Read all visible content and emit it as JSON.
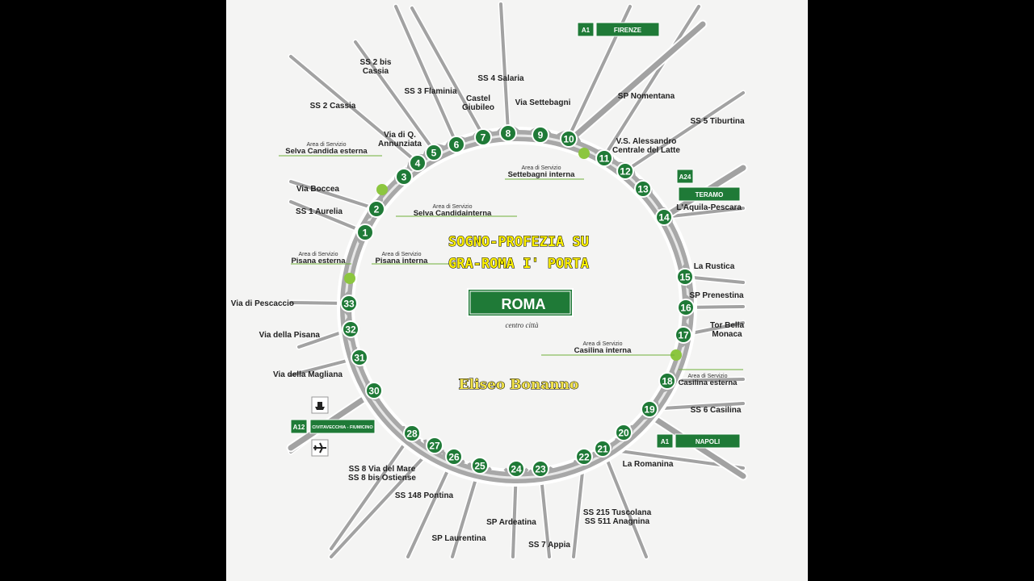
{
  "overlay_title": [
    "SOGNO-PROFEZIA SU",
    "GRA-ROMA  I' PORTA"
  ],
  "author": "Eliseo Bonanno",
  "center_sign": "ROMA",
  "center_caption": "centro città",
  "service_area_caption": "Area di Servizio",
  "service_areas": [
    "Selva Candida esterna",
    "Selva Candidainterna",
    "Settebagni interna",
    "Pisana esterna",
    "Pisana interna",
    "Casilina interna",
    "Casilina esterna"
  ],
  "exits": [
    "1",
    "2",
    "3",
    "4",
    "5",
    "6",
    "7",
    "8",
    "9",
    "10",
    "11",
    "12",
    "13",
    "14",
    "15",
    "16",
    "17",
    "18",
    "19",
    "20",
    "21",
    "22",
    "23",
    "24",
    "25",
    "26",
    "27",
    "28",
    "30",
    "31",
    "32",
    "33"
  ],
  "road_labels": [
    [
      "SS 2 bis",
      "Cassia"
    ],
    [
      "SS 3  Flaminia"
    ],
    [
      "SS 4 Salaria"
    ],
    [
      "Castel",
      "Giubileo"
    ],
    [
      "Via Settebagni"
    ],
    [
      "SP Nomentana"
    ],
    [
      "SS 5 Tiburtina"
    ],
    [
      "V.S. Alessandro",
      "Centrale del Latte"
    ],
    [
      "SS 2 Cassia"
    ],
    [
      "Via di Q.",
      "Annunziata"
    ],
    [
      "Via Boccea"
    ],
    [
      "SS 1 Aurelia"
    ],
    [
      "L'Aquila-Pescara"
    ],
    [
      "La Rustica"
    ],
    [
      "SP Prenestina"
    ],
    [
      "Tor Bella",
      "Monaca"
    ],
    [
      "SS 6 Casilina"
    ],
    [
      "La Romanina"
    ],
    [
      "Via di Pescaccio"
    ],
    [
      "Via della Pisana"
    ],
    [
      "Via della Magliana"
    ],
    [
      "SS 8 Via del Mare",
      "SS 8 bis Ostiense"
    ],
    [
      "SS 148 Pontina"
    ],
    [
      "SP Ardeatina"
    ],
    [
      "SP Laurentina"
    ],
    [
      "SS 7  Appia"
    ],
    [
      "SS 215 Tuscolana",
      "SS 511 Anagnina"
    ]
  ],
  "motorway_signs": [
    {
      "code": "A1",
      "dest": "FIRENZE"
    },
    {
      "code": "A24",
      "dest": "TERAMO"
    },
    {
      "code": "A1",
      "dest": "NAPOLI"
    },
    {
      "code": "A12",
      "dest": "CIVITAVECCHIA - FIUMICINO"
    }
  ],
  "icons": [
    "ship-icon",
    "airplane-icon"
  ],
  "colors": {
    "exit_green": "#1f7a37",
    "service_green": "#8cc63f",
    "road_gray": "#9a9a9a",
    "background": "#f4f4f3",
    "title_yellow": "#fff200"
  }
}
